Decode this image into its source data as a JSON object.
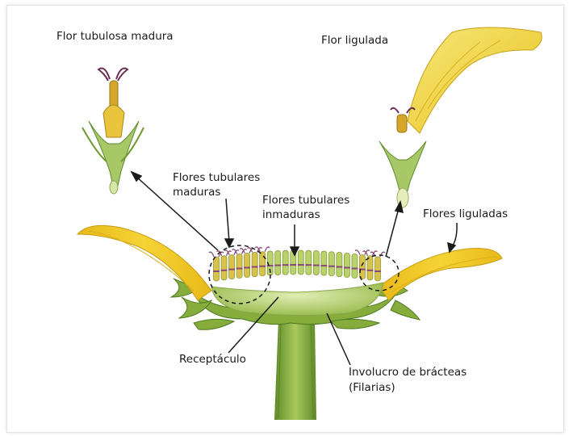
{
  "labels": {
    "flor_tubulosa_madura": "Flor tubulosa madura",
    "flor_ligulada": "Flor ligulada",
    "flores_tubulares_maduras_1": "Flores tubulares",
    "flores_tubulares_maduras_2": "maduras",
    "flores_tubulares_inmaduras_1": "Flores tubulares",
    "flores_tubulares_inmaduras_2": "inmaduras",
    "flores_liguladas": "Flores liguladas",
    "receptaculo": "Receptáculo",
    "involucro_1": "Involucro de brácteas",
    "involucro_2": "(Filarias)"
  },
  "colors": {
    "petal_yellow": "#f1d32a",
    "petal_light": "#f7e77a",
    "green_dark": "#6f9a2e",
    "green_light": "#b8d36a",
    "stamen_purple": "#8a4a78",
    "line": "#1a1a1a"
  }
}
